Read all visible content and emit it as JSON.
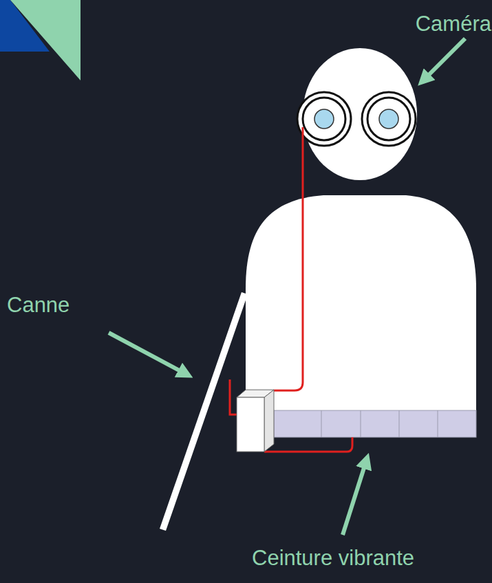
{
  "diagram": {
    "labels": [
      "Caméra",
      "Canne",
      "Ceinture vibrante"
    ]
  }
}
